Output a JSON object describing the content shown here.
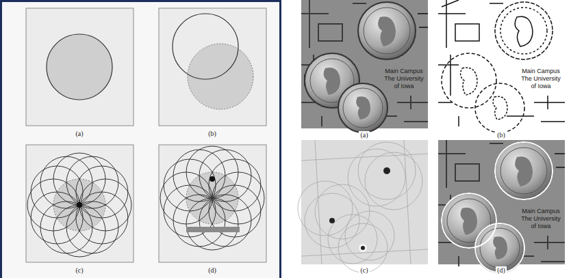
{
  "diagram": {
    "labels": [
      "(a)",
      "(b)",
      "(c)",
      "(d)",
      "(a)",
      "(b)",
      "(c)",
      "(d)",
      "Main Campus",
      "The University",
      "of Iowa",
      "Main Campus",
      "The University",
      "of Iowa",
      "Main Campus",
      "The University",
      "of Iowa"
    ]
  }
}
